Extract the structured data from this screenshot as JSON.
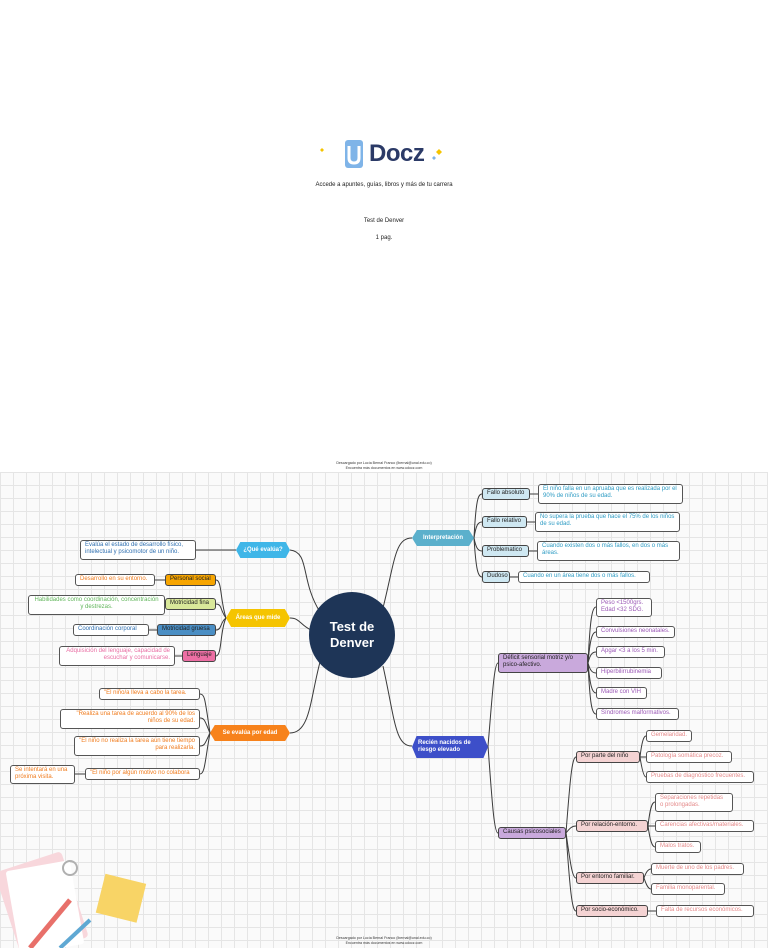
{
  "cover": {
    "brand": "Docz",
    "tagline": "Accede a apuntes, guías, libros y más de tu carrera",
    "title": "Test de Denver",
    "pages": "1 pag."
  },
  "footer": {
    "line1": "Descargado por Lucía Bernal Franco (lbernal@unal.edu.co)",
    "line2": "Encuentra más documentos en www.udocz.com"
  },
  "colors": {
    "center": "#1e3557",
    "evalua": "#3fb6e8",
    "areas": "#f5c400",
    "edad": "#f7821b",
    "interpretacion": "#5bb0cc",
    "recien": "#3d4fc9"
  },
  "mindmap": {
    "center": "Test de\nDenver",
    "evalua": {
      "label": "¿Qué evalúa?",
      "detail": "Evalúa el estado de desarrollo físico, intelectual y psicomotor de un niño."
    },
    "areas": {
      "label": "Áreas que mide",
      "items": [
        {
          "label": "Personal social",
          "detail": "Desarrollo en su entorno."
        },
        {
          "label": "Motricidad fina",
          "detail": "Habilidades como coordinación, concentración y destrezas."
        },
        {
          "label": "Motricidad gruesa",
          "detail": "Coordinación corporal"
        },
        {
          "label": "Lenguaje",
          "detail": "Adquisición del lenguaje, capacidad de escuchar y comunicarse."
        }
      ]
    },
    "edad": {
      "label": "Se evalúa por edad",
      "items": [
        "\"El niño/a lleva a cabo la tarea.",
        "\"Realiza una tarea de acuerdo al 90% de los niños de su edad.",
        "\"El niño no realiza la tarea aún tiene tiempo para realizarla.",
        "\"El niño por algún motivo no colabora"
      ],
      "extra": "Se intentará en una próxima visita."
    },
    "interpretacion": {
      "label": "Interpretación",
      "items": [
        {
          "label": "Fallo absoluto",
          "detail": "El niño falla en un apruaba que es realizada por el 90% de niños de su edad."
        },
        {
          "label": "Fallo relativo",
          "detail": "No supera la prueba que hace el 75% de los niños de su edad."
        },
        {
          "label": "Problematico",
          "detail": "Cuando existen dos o más fallos, en dos o más áreas."
        },
        {
          "label": "Dudoso",
          "detail": "Cuando en un área tiene dos o más fallos."
        }
      ]
    },
    "recien": {
      "label": "Recién nacidos de riesgo elevado",
      "deficit": {
        "label": "Déficit sensorial motriz y/o psico-afectivo.",
        "items": [
          "Peso <1500grs.\nEdad <32 SDG.",
          "Convulsiones neonatales.",
          "Apgar <3 a los 5 min.",
          "Hiperbilirrubinemia",
          "Madre con VIH",
          "Síndromes malformativos."
        ]
      },
      "psico": {
        "label": "Causas psicosociales",
        "groups": [
          {
            "label": "Por parte del niño",
            "items": [
              "Gemelaridad.",
              "Patología somática precoz.",
              "Pruebas de diagnóstico frecuentes."
            ]
          },
          {
            "label": "Por relación-entorno.",
            "items": [
              "Separaciones repetidas o prolongadas.",
              "Carencias afectivas/materiales.",
              "Malos tratos."
            ]
          },
          {
            "label": "Por entorno familiar.",
            "items": [
              "Muerte de uno de los padres.",
              "Familia monoparental."
            ]
          },
          {
            "label": "Por socio-económico.",
            "items": [
              "Falta de recursos económicos."
            ]
          }
        ]
      }
    }
  }
}
